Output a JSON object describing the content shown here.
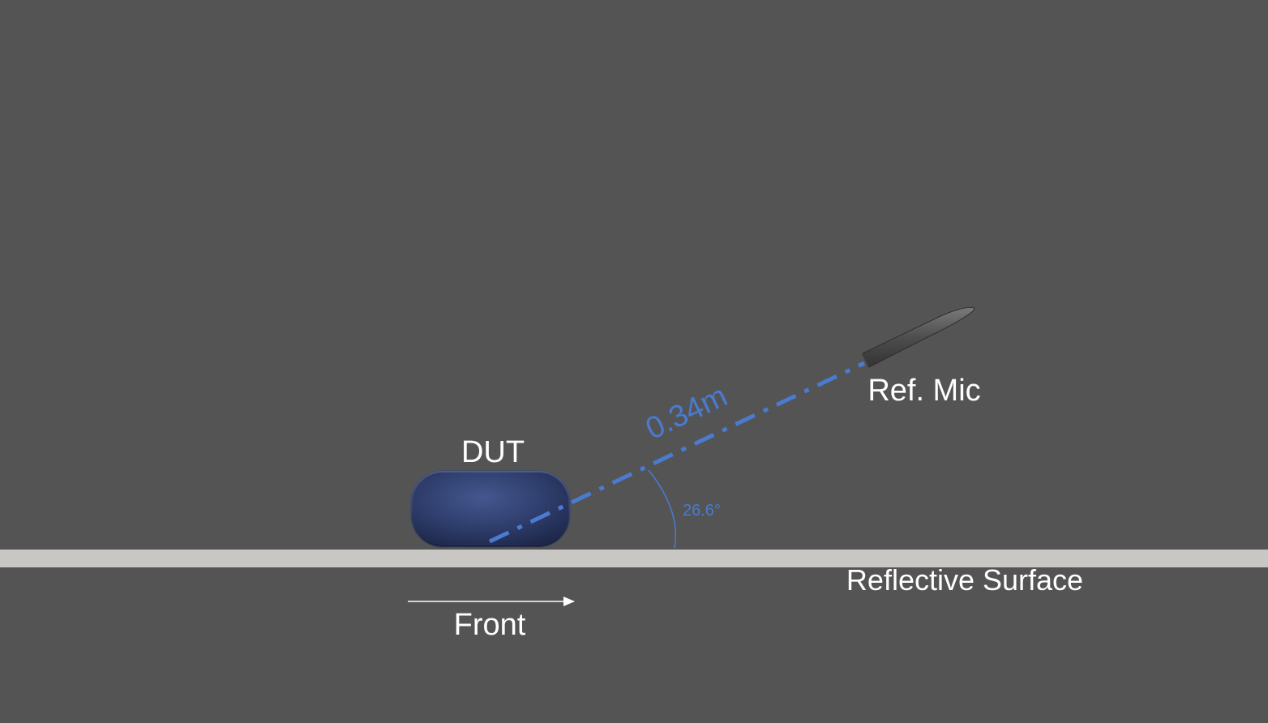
{
  "labels": {
    "dut": "DUT",
    "ref_mic": "Ref. Mic",
    "surface": "Reflective Surface",
    "front": "Front",
    "distance": "0.34m",
    "angle": "26.6°"
  },
  "measurement": {
    "distance_m": 0.34,
    "elevation_deg": 26.6
  },
  "colors": {
    "background": "#545454",
    "surface": "#c9c7c4",
    "dut_body": "#2b3a66",
    "dimension_line": "#4a7bd0",
    "mic_body": "#5a5a5a",
    "text": "#ffffff"
  },
  "icons": {
    "dut": "device-shape",
    "mic": "reference-microphone",
    "front_arrow": "arrow-right"
  }
}
